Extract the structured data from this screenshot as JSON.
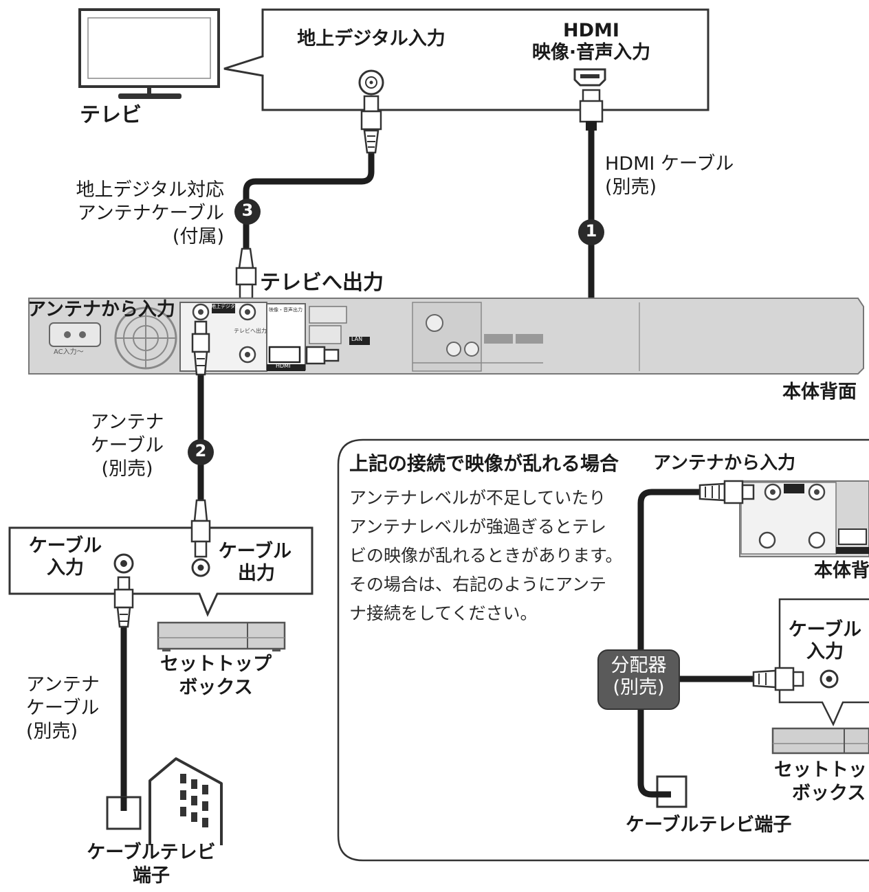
{
  "tv": {
    "label": "テレビ"
  },
  "tv_inputs": {
    "terrestrial": "地上デジタル入力",
    "hdmi_line1": "HDMI",
    "hdmi_line2": "映像·音声入力"
  },
  "cables": {
    "hdmi": {
      "line1": "HDMI ケーブル",
      "line2": "(別売)",
      "num": "1"
    },
    "terrestrial": {
      "line1": "地上デジタル対応",
      "line2": "アンテナケーブル",
      "line3": "(付属)",
      "num": "3"
    },
    "antenna": {
      "line1": "アンテナ",
      "line2": "ケーブル",
      "line3": "(別売)",
      "num": "2"
    },
    "antenna_lower": {
      "line1": "アンテナ",
      "line2": "ケーブル",
      "line3": "(別売)"
    }
  },
  "recorder": {
    "to_tv_output": "テレビへ出力",
    "antenna_input": "アンテナから入力",
    "back_label": "本体背面",
    "panel": {
      "ac_in": "AC入力〜",
      "terrestrial_tag": "地上デジタル",
      "to_tv": "テレビへ出力",
      "hdmi_tag": "映像・音声出力",
      "hdmi": "HDMI",
      "lan": "LAN"
    }
  },
  "stb": {
    "cable_input_line1": "ケーブル",
    "cable_input_line2": "入力",
    "cable_output_line1": "ケーブル",
    "cable_output_line2": "出力",
    "label_line1": "セットトップ",
    "label_line2": "ボックス"
  },
  "catv_terminal": {
    "line1": "ケーブルテレビ",
    "line2": "端子"
  },
  "note": {
    "title": "上記の接続で映像が乱れる場合",
    "lines": [
      "アンテナレベルが不足していたり",
      "アンテナレベルが強過ぎるとテレ",
      "ビの映像が乱れるときがあります。",
      "その場合は、右記のようにアンテ",
      "ナ接続をしてください。"
    ],
    "antenna_input": "アンテナから入力",
    "back_label": "本体背",
    "splitter_line1": "分配器",
    "splitter_line2": "(別売)",
    "cable_input_line1": "ケーブル",
    "cable_input_line2": "入力",
    "stb_line1": "セットトッ",
    "stb_line2": "ボックス",
    "terminal": "ケーブルテレビ端子"
  },
  "colors": {
    "cable": "#1e1e1e",
    "panel": "#d6d6d6",
    "splitter": "#5a5a5a"
  }
}
